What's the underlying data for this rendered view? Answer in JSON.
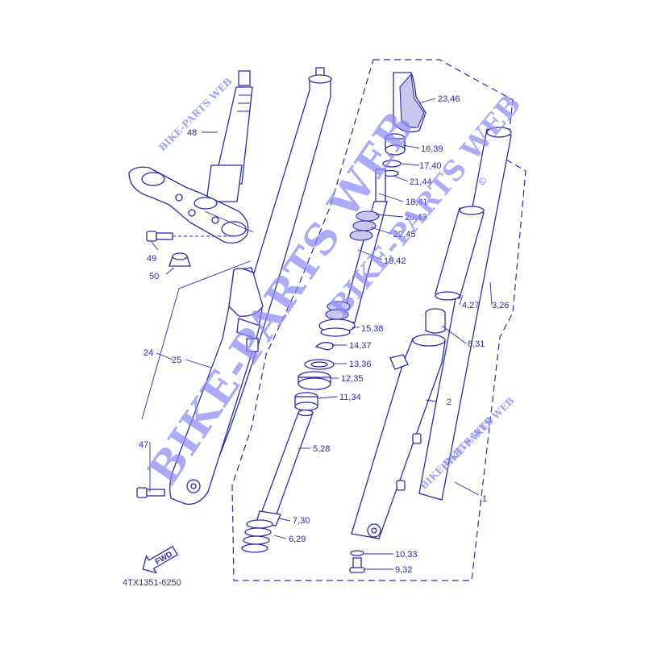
{
  "figure_code": "4TX1351-6250",
  "fwd_arrow_text": "FWD",
  "watermarks": {
    "main": "BIKE-PARTS WEB",
    "upper": "BIKE-PARTS WEB",
    "copyright": "©",
    "small_top_left": "BIKE-PARTS WEB",
    "small_right": "BIKE-PARTS WEB",
    "small_bottom_right": "BIKE-PARTS WEB"
  },
  "callouts": {
    "c1": "1",
    "c2": "2",
    "c3_26": "3,26",
    "c4_27": "4,27",
    "c5_28": "5,28",
    "c6_29": "6,29",
    "c7_30": "7,30",
    "c8_31": "8,31",
    "c9_32": "9,32",
    "c10_33": "10,33",
    "c11_34": "11,34",
    "c12_35": "12,35",
    "c13_36": "13,36",
    "c14_37": "14,37",
    "c15_38": "15,38",
    "c16_39": "16,39",
    "c17_40": "17,40",
    "c18_41": "18,41",
    "c19_42": "19,42",
    "c20_43": "20,43",
    "c21_44": "21,44",
    "c22_45": "22,45",
    "c23_46": "23,46",
    "c24": "24",
    "c25": "25",
    "c47": "47",
    "c48": "48",
    "c49": "49",
    "c50": "50"
  },
  "colors": {
    "line": "#2a2ab0",
    "watermark": "#8a8af5"
  }
}
